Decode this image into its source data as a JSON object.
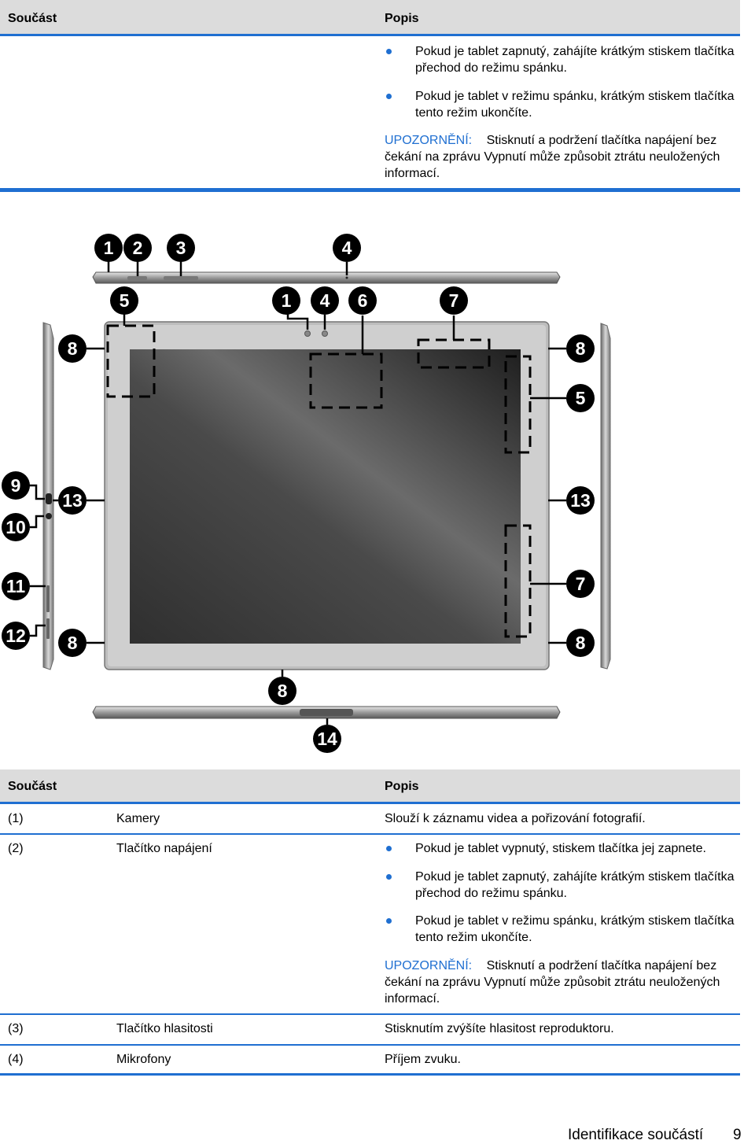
{
  "top_table": {
    "col1": "Součást",
    "col2": "Popis",
    "bullets": [
      "Pokud je tablet zapnutý, zahájíte krátkým stiskem tlačítka přechod do režimu spánku.",
      "Pokud je tablet v režimu spánku, krátkým stiskem tlačítka tento režim ukončíte."
    ],
    "warning_label": "UPOZORNĚNÍ:",
    "warning_text_1": "Stisknutí a podržení tlačítka napájení bez čekání na zprávu",
    "warning_bold": "Vypnutí",
    "warning_text_2": "může způsobit ztrátu neuložených informací."
  },
  "diagram": {
    "callouts": [
      "1",
      "2",
      "3",
      "4",
      "5",
      "1",
      "4",
      "6",
      "7",
      "8",
      "8",
      "5",
      "9",
      "13",
      "13",
      "10",
      "11",
      "7",
      "12",
      "8",
      "8",
      "8",
      "14"
    ]
  },
  "bottom_table": {
    "col1": "Součást",
    "col2": "Popis",
    "rows": [
      {
        "num": "(1)",
        "name": "Kamery",
        "desc": "Slouží k záznamu videa a pořizování fotografií."
      },
      {
        "num": "(2)",
        "name": "Tlačítko napájení"
      },
      {
        "num": "(3)",
        "name": "Tlačítko hlasitosti",
        "desc": "Stisknutím zvýšíte hlasitost reproduktoru."
      },
      {
        "num": "(4)",
        "name": "Mikrofony",
        "desc": "Příjem zvuku."
      }
    ],
    "power_bullets": [
      "Pokud je tablet vypnutý, stiskem tlačítka jej zapnete.",
      "Pokud je tablet zapnutý, zahájíte krátkým stiskem tlačítka přechod do režimu spánku.",
      "Pokud je tablet v režimu spánku, krátkým stiskem tlačítka tento režim ukončíte."
    ],
    "warning_label": "UPOZORNĚNÍ:",
    "warning_text_1": "Stisknutí a podržení tlačítka napájení bez čekání na zprávu",
    "warning_bold": "Vypnutí",
    "warning_text_2": "může způsobit ztrátu neuložených informací."
  },
  "footer": {
    "section": "Identifikace součástí",
    "page": "9"
  }
}
